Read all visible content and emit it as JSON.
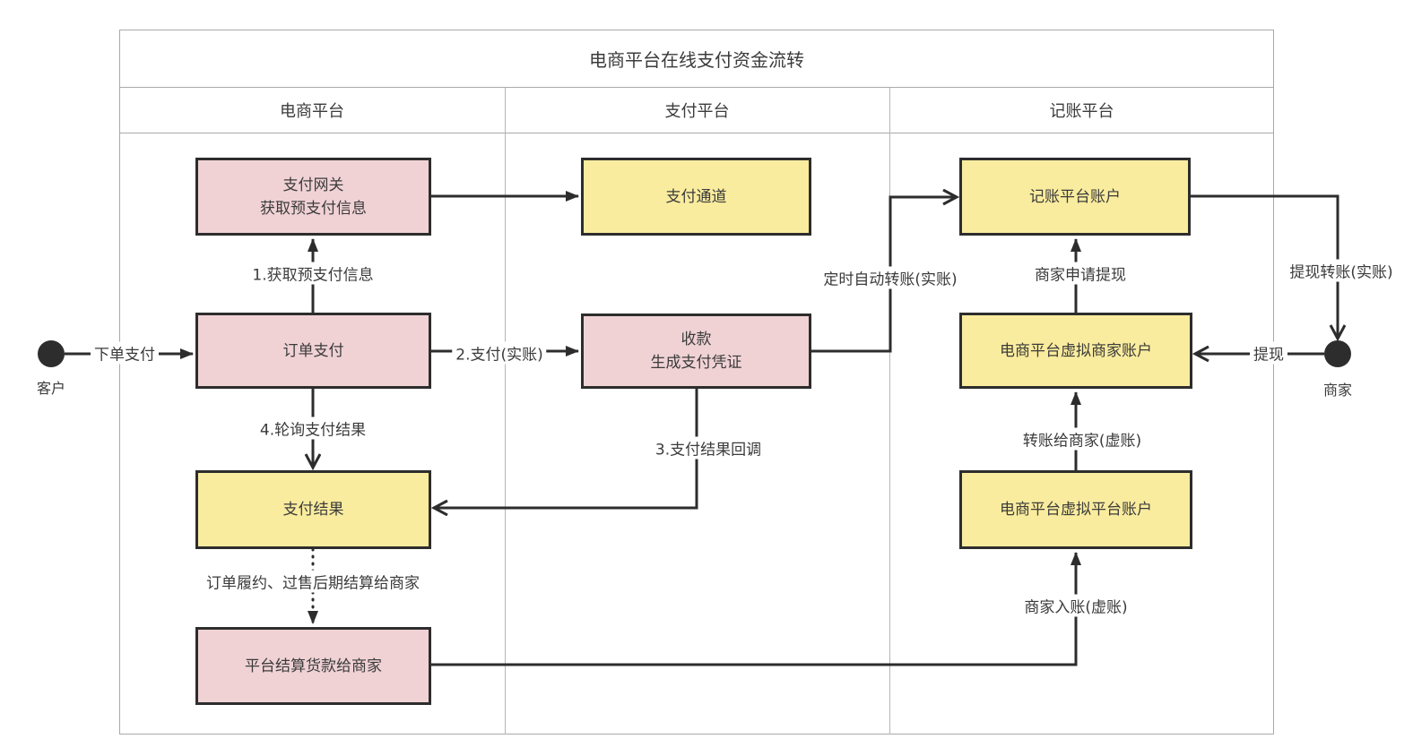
{
  "title": "电商平台在线支付资金流转",
  "lanes": [
    {
      "label": "电商平台"
    },
    {
      "label": "支付平台"
    },
    {
      "label": "记账平台"
    }
  ],
  "actors": {
    "customer": "客户",
    "merchant": "商家"
  },
  "nodes": {
    "payment_gateway": {
      "label": "支付网关\n获取预支付信息",
      "fill": "node_pink"
    },
    "order_payment": {
      "label": "订单支付",
      "fill": "node_pink"
    },
    "payment_result": {
      "label": "支付结果",
      "fill": "node_yellow"
    },
    "platform_settlement": {
      "label": "平台结算货款给商家",
      "fill": "node_pink"
    },
    "payment_channel": {
      "label": "支付通道",
      "fill": "node_yellow"
    },
    "collection_voucher": {
      "label": "收款\n生成支付凭证",
      "fill": "node_pink"
    },
    "ledger_platform_account": {
      "label": "记账平台账户",
      "fill": "node_yellow"
    },
    "virtual_merchant_account": {
      "label": "电商平台虚拟商家账户",
      "fill": "node_yellow"
    },
    "virtual_platform_account": {
      "label": "电商平台虚拟平台账户",
      "fill": "node_yellow"
    }
  },
  "edge_labels": {
    "get_prepay_info": "1.获取预支付信息",
    "pay_real": "2.支付(实账)",
    "payment_callback": "3.支付结果回调",
    "poll_result": "4.轮询支付结果",
    "fulfillment_settle": "订单履约、过售后期结算给商家",
    "place_order_pay": "下单支付",
    "scheduled_auto_transfer": "定时自动转账(实账)",
    "merchant_apply_withdraw": "商家申请提现",
    "transfer_to_merchant_virtual": "转账给商家(虚账)",
    "merchant_entry_virtual": "商家入账(虚账)",
    "withdraw_transfer_real": "提现转账(实账)",
    "withdraw": "提现"
  },
  "colors": {
    "node_yellow": "#FAEC9E",
    "node_pink": "#F0D2D5",
    "node_border": "#2D2D2D",
    "connector": "#2D2D2D",
    "lane_border": "#A9A9A9",
    "text": "#3B3B3B",
    "actor_fill": "#2D2D2D"
  }
}
